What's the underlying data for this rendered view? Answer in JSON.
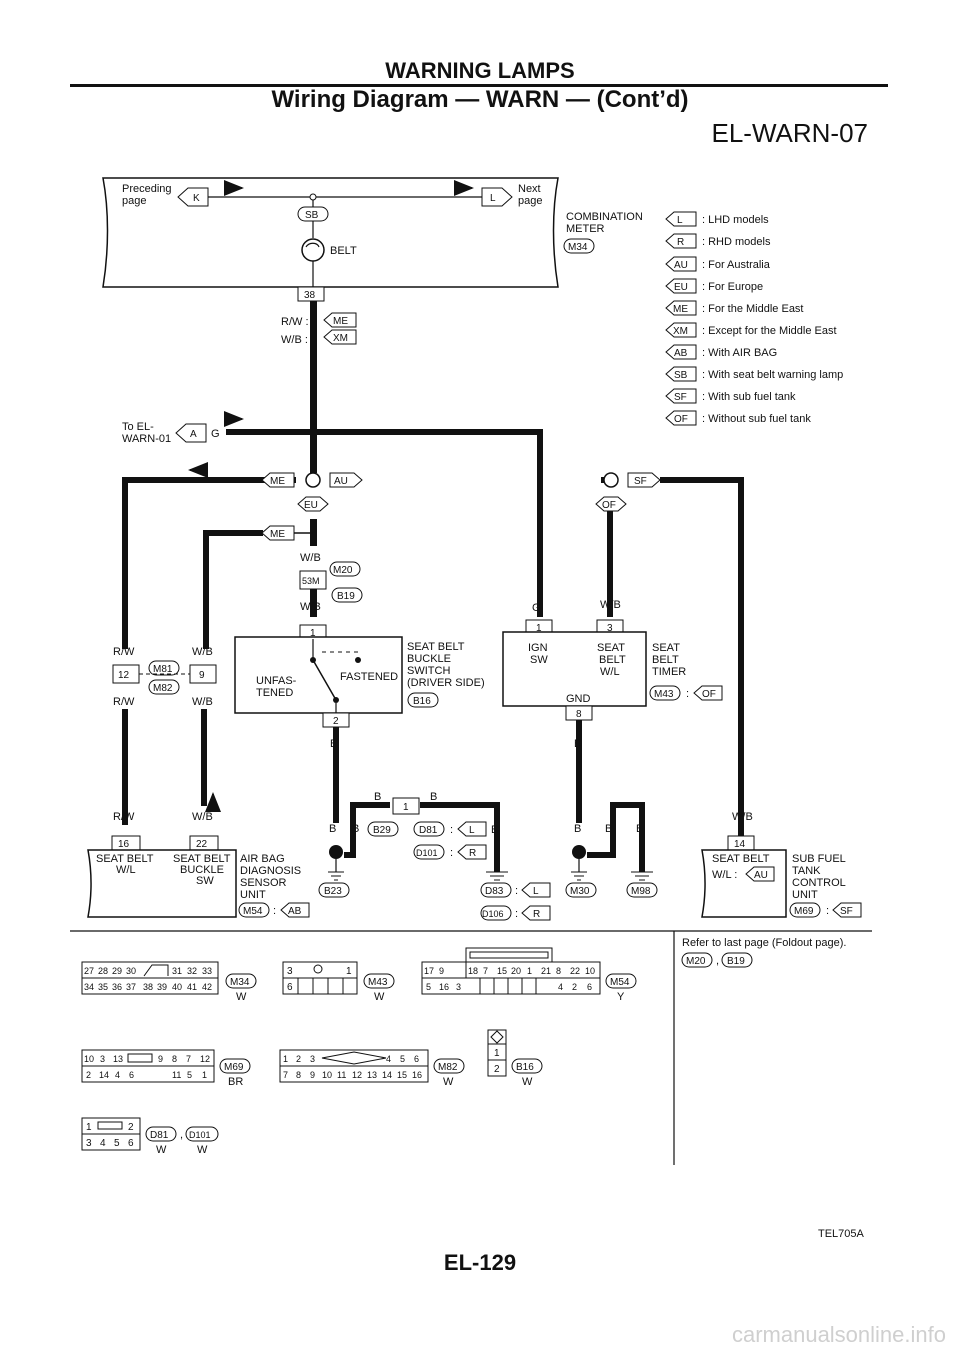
{
  "header": {
    "section": "WARNING LAMPS",
    "title": "Wiring Diagram — WARN — (Cont’d)",
    "diagram_id": "EL-WARN-07"
  },
  "top": {
    "preceding": [
      "Preceding",
      "page"
    ],
    "next": [
      "Next",
      "page"
    ],
    "conn_k": "K",
    "conn_l": "L",
    "sb": "SB",
    "belt": "BELT",
    "meter": [
      "COMBINATION",
      "METER"
    ],
    "m34": "M34",
    "pin38": "38",
    "rw": "R/W :",
    "wb": "W/B :",
    "me": "ME",
    "xm": "XM"
  },
  "legend": [
    {
      "code": "L",
      "text": ": LHD models"
    },
    {
      "code": "R",
      "text": ": RHD models"
    },
    {
      "code": "AU",
      "text": ": For Australia"
    },
    {
      "code": "EU",
      "text": ": For Europe"
    },
    {
      "code": "ME",
      "text": ": For the Middle East"
    },
    {
      "code": "XM",
      "text": ": Except for the Middle East"
    },
    {
      "code": "AB",
      "text": ": With AIR BAG"
    },
    {
      "code": "SB",
      "text": ": With seat belt warning lamp"
    },
    {
      "code": "SF",
      "text": ": With sub fuel tank"
    },
    {
      "code": "OF",
      "text": ": Without sub fuel tank"
    }
  ],
  "wiring": {
    "to_el": [
      "To EL-",
      "WARN-01"
    ],
    "a": "A",
    "g": "G",
    "me": "ME",
    "au": "AU",
    "eu": "EU",
    "sf": "SF",
    "of": "OF",
    "me2": "ME",
    "wb": "W/B",
    "rw": "R/W",
    "b": "B",
    "m20": "M20",
    "b19": "B19",
    "c53m": "53M",
    "m81": "M81",
    "m82": "M82",
    "pin12": "12",
    "pin9": "9"
  },
  "buckle": {
    "pin1": "1",
    "pin2": "2",
    "name": [
      "SEAT BELT",
      "BUCKLE",
      "SWITCH",
      "(DRIVER SIDE)"
    ],
    "unfas": [
      "UNFAS-",
      "TENED"
    ],
    "fastened": "FASTENED",
    "b16": "B16"
  },
  "timer": {
    "pin1": "1",
    "pin3": "3",
    "pin8": "8",
    "ign": [
      "IGN",
      "SW"
    ],
    "swl": [
      "SEAT",
      "BELT",
      "W/L"
    ],
    "gnd": "GND",
    "name": [
      "SEAT",
      "BELT",
      "TIMER"
    ],
    "m43": "M43",
    "colon": ":",
    "of": "OF"
  },
  "ground": {
    "b29": "B29",
    "pin1": "1",
    "d81": "D81",
    "d101": "D101",
    "l": "L",
    "r": "R",
    "d83": "D83",
    "d106": "D106",
    "b23": "B23",
    "m30": "M30",
    "m98": "M98",
    "colon": ":"
  },
  "airbag": {
    "pin16": "16",
    "pin22": "22",
    "w1": [
      "SEAT BELT",
      "W/L"
    ],
    "w2": [
      "SEAT BELT",
      "BUCKLE",
      "SW"
    ],
    "name": [
      "AIR BAG",
      "DIAGNOSIS",
      "SENSOR",
      "UNIT"
    ],
    "m54": "M54",
    "ab": "AB",
    "colon": ":"
  },
  "subfuel": {
    "pin14": "14",
    "wl": [
      "SEAT BELT",
      "W/L :"
    ],
    "au": "AU",
    "name": [
      "SUB FUEL",
      "TANK",
      "CONTROL",
      "UNIT"
    ],
    "m69": "M69",
    "sf": "SF",
    "colon": ":"
  },
  "connectors": {
    "refer": "Refer to last page (Foldout page).",
    "comma": ",",
    "m20": "M20",
    "b19": "B19",
    "m34": {
      "code": "M34",
      "color": "W",
      "row1": [
        "27",
        "28",
        "29",
        "30",
        "",
        "31",
        "32",
        "33"
      ],
      "row2": [
        "34",
        "35",
        "36",
        "37",
        "38",
        "39",
        "40",
        "41",
        "42"
      ]
    },
    "m43": {
      "code": "M43",
      "color": "W",
      "row1": [
        "3",
        "",
        "",
        "",
        "1"
      ],
      "row2": [
        "6",
        "",
        "",
        "",
        ""
      ]
    },
    "m54": {
      "code": "M54",
      "color": "Y",
      "row1": [
        "17",
        "9",
        "",
        "18",
        "7",
        "15",
        "20",
        "1",
        "21",
        "8",
        "22",
        "10"
      ],
      "row2": [
        "5",
        "16",
        "3",
        "",
        "",
        "",
        "",
        "",
        "",
        "4",
        "2",
        "6"
      ]
    },
    "m69": {
      "code": "M69",
      "color": "BR",
      "row1": [
        "10",
        "3",
        "13",
        "",
        "9",
        "8",
        "7",
        "12"
      ],
      "row2": [
        "2",
        "14",
        "4",
        "6",
        "",
        "11",
        "5",
        "1"
      ]
    },
    "m82": {
      "code": "M82",
      "color": "W",
      "row1": [
        "1",
        "2",
        "3",
        "4",
        "5",
        "6"
      ],
      "row2": [
        "7",
        "8",
        "9",
        "10",
        "11",
        "12",
        "13",
        "14",
        "15",
        "16"
      ]
    },
    "b16": {
      "code": "B16",
      "color": "W",
      "pins": [
        "1",
        "2"
      ]
    },
    "d81": {
      "code": "D81",
      "color": "W",
      "row1": [
        "1",
        "",
        "2"
      ],
      "row2": [
        "3",
        "4",
        "5",
        "6"
      ]
    },
    "d101": {
      "code": "D101",
      "color": "W"
    }
  },
  "footer": {
    "fig_code": "TEL705A",
    "page": "EL-129",
    "watermark": "carmanualsonline.info"
  }
}
